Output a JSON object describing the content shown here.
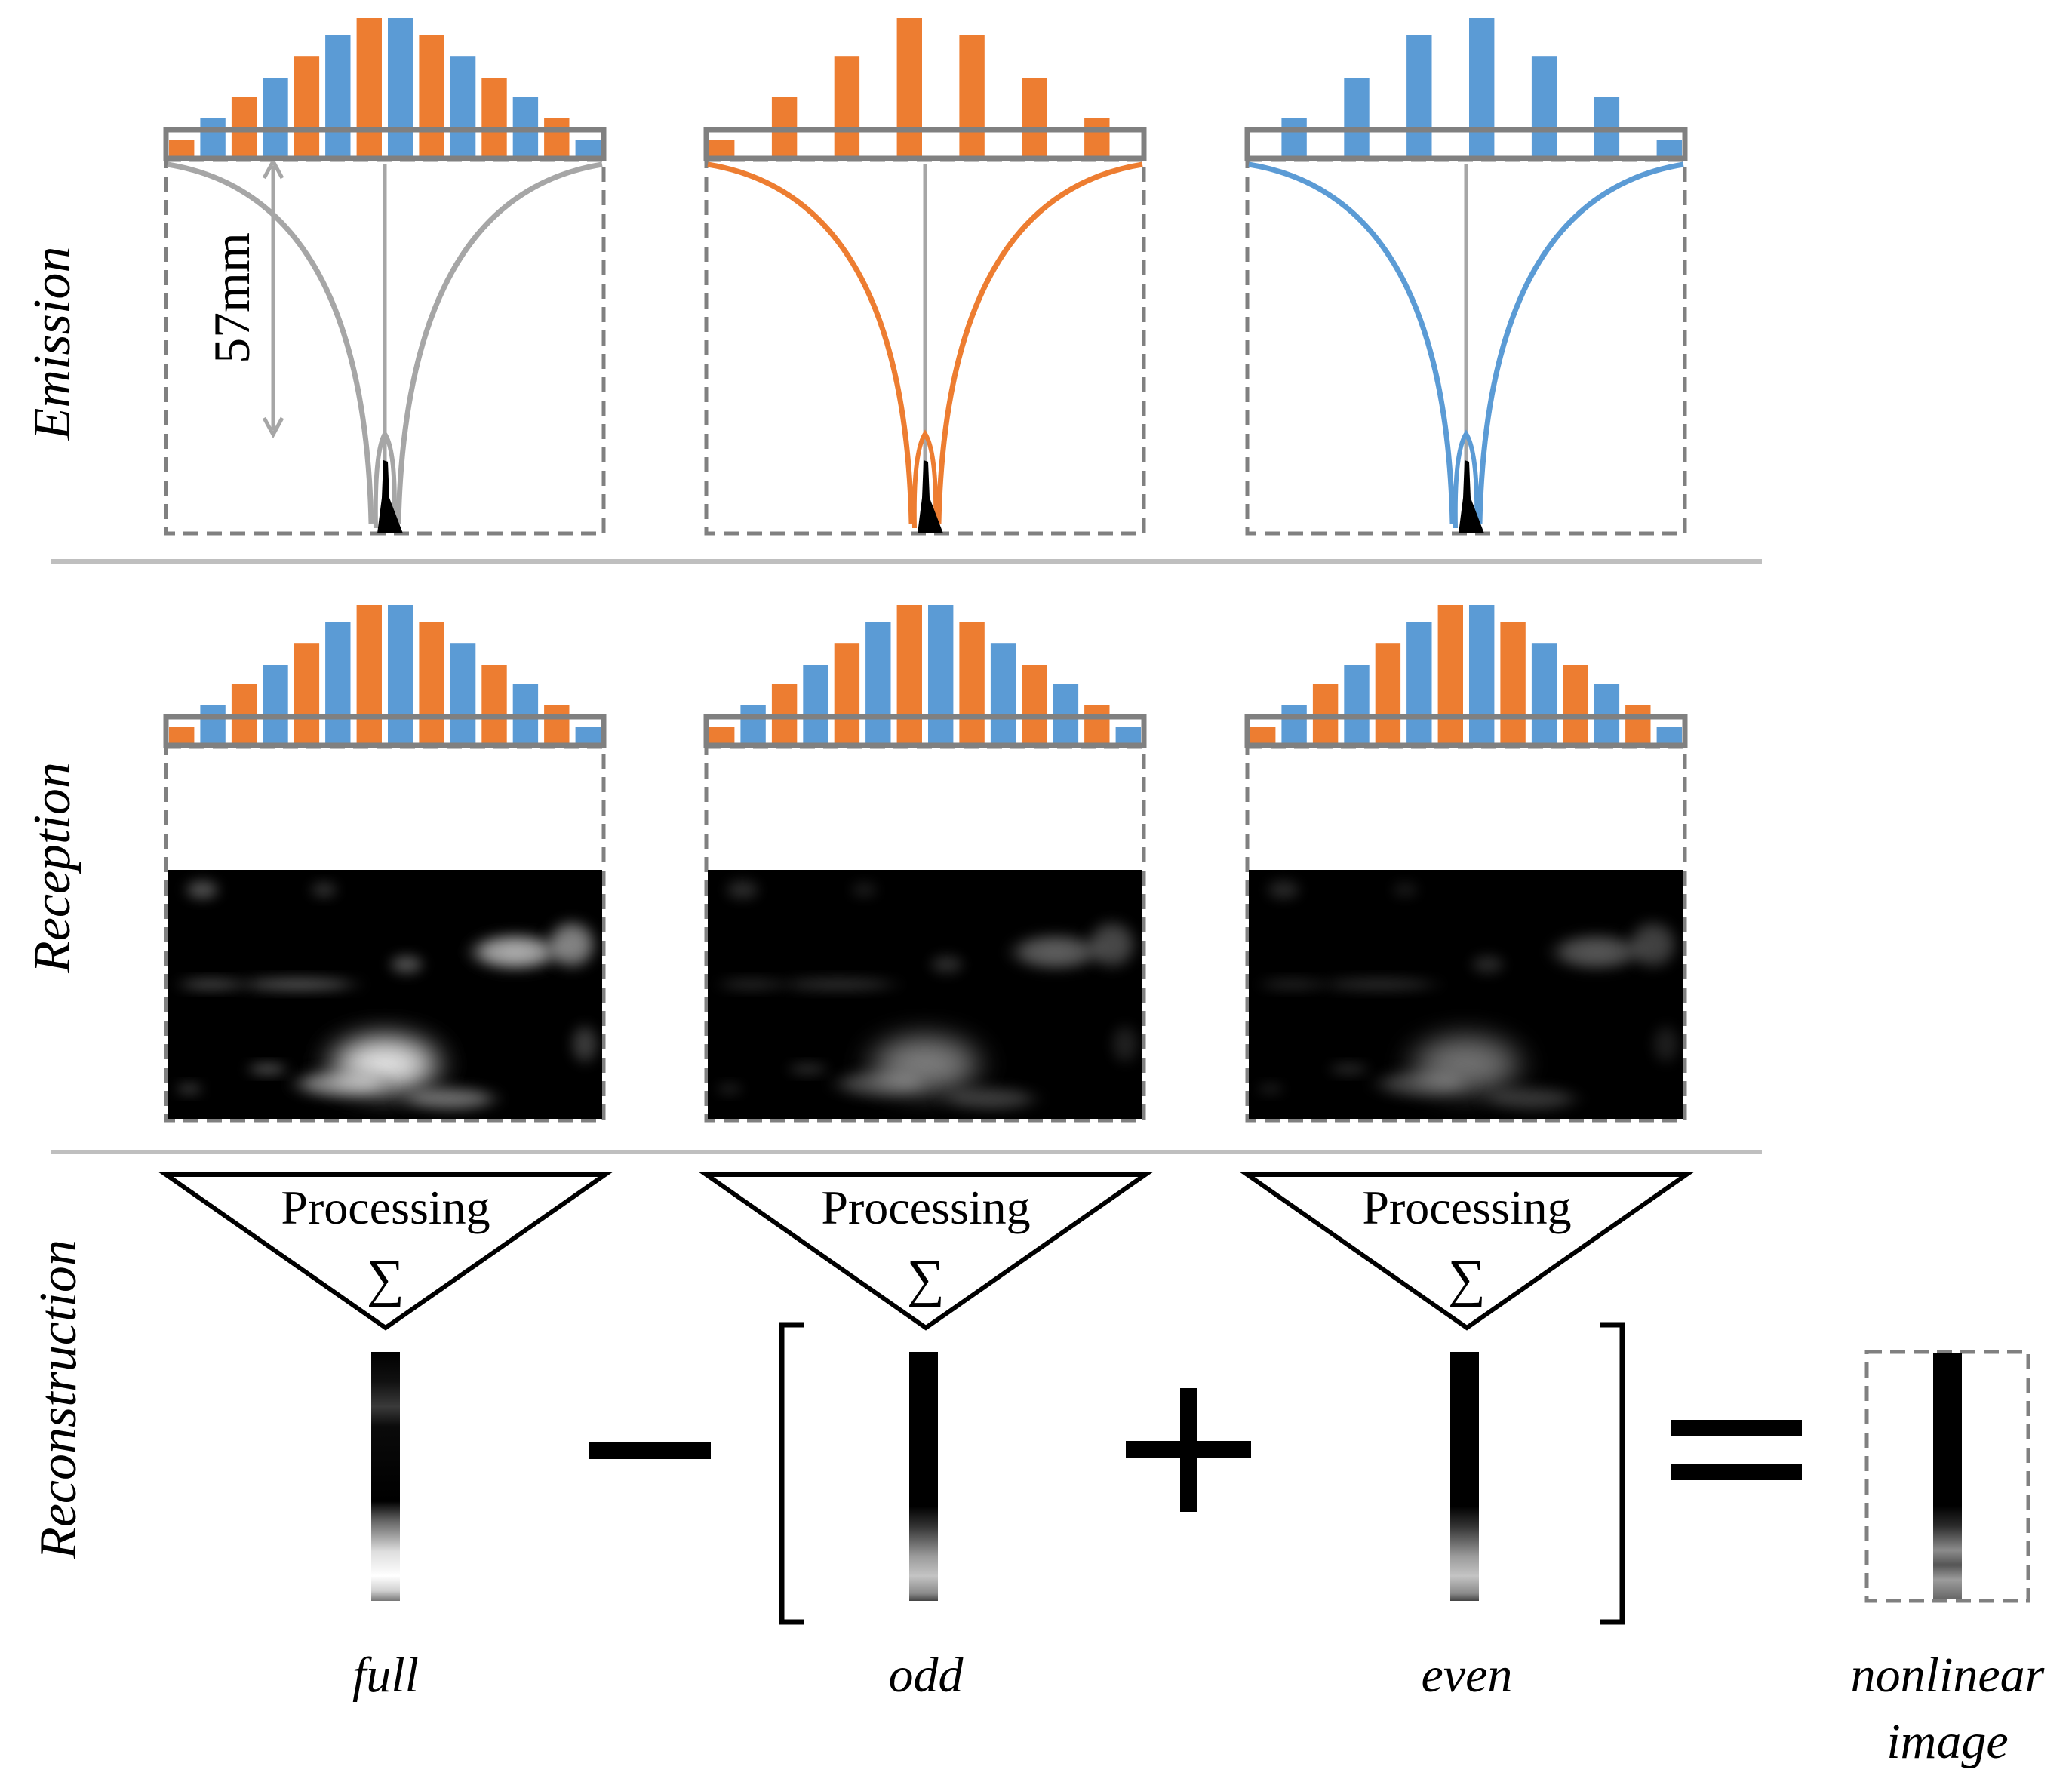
{
  "colors": {
    "orange": "#ED7D31",
    "blue": "#5B9BD5",
    "gray": "#A6A6A6",
    "frame": "#808080",
    "divider": "#BFBFBF",
    "black": "#000000"
  },
  "rows": {
    "emission": "Emission",
    "reception": "Reception",
    "reconstruction": "Reconstruction"
  },
  "distance_label": "57mm",
  "processing_label": "Processing",
  "sum_symbol": "∑",
  "operators": {
    "minus": "−",
    "plus": "+",
    "equals": "="
  },
  "columns": [
    {
      "id": "full",
      "label": "full",
      "emission_parity": "all",
      "arc_color": "gray"
    },
    {
      "id": "odd",
      "label": "odd",
      "emission_parity": "odd",
      "arc_color": "orange"
    },
    {
      "id": "even",
      "label": "even",
      "emission_parity": "even",
      "arc_color": "blue"
    }
  ],
  "result_label_line1": "nonlinear",
  "result_label_line2": "image",
  "apodization": {
    "element_count": 14,
    "relative_heights": [
      0.13,
      0.29,
      0.44,
      0.57,
      0.73,
      0.88,
      1.0,
      1.0,
      0.88,
      0.73,
      0.57,
      0.44,
      0.29,
      0.13
    ],
    "element_colors": [
      "orange",
      "blue",
      "orange",
      "blue",
      "orange",
      "blue",
      "orange",
      "blue",
      "orange",
      "blue",
      "orange",
      "blue",
      "orange",
      "blue"
    ]
  },
  "reception_intensity": {
    "full": 1.0,
    "odd": 0.55,
    "even": 0.5
  }
}
